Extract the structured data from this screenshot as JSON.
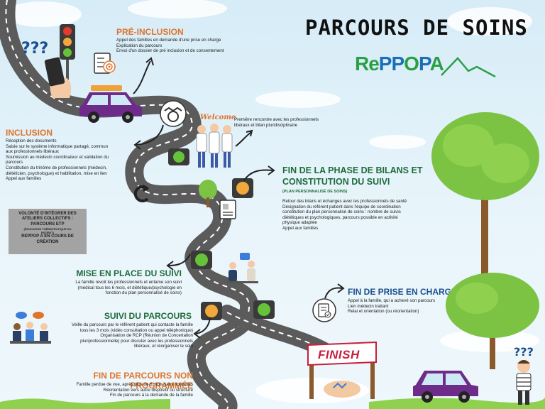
{
  "title": "PARCOURS DE SOINS",
  "logo": {
    "prefix": "Re",
    "p1": "P",
    "p2": "P",
    "o": "O",
    "suffix": "P",
    "a": "A"
  },
  "stages": {
    "pre_inclusion": {
      "title": "PRÉ-INCLUSION",
      "lines": [
        "Appel des familles en demande d'une prise en charge",
        "Explication du parcours",
        "Envoi d'un dossier de pré inclusion et de consentement"
      ]
    },
    "welcome_sign": "Welcome",
    "first_meeting": {
      "lines": [
        "Première rencontre avec les professionnels",
        "libéraux et bilan pluridisciplinaire"
      ]
    },
    "inclusion": {
      "title": "INCLUSION",
      "lines": [
        "Réception des documents",
        "Saisie sur le système informatique partagé, commun",
        "aux professionnels libéraux",
        "Soumission au médecin coordinateur et validation du",
        "parcours",
        "Constitution du trinôme de professionnels (médecin,",
        "diététicien, psychologue) et habilitation, mise en lien",
        "Appel aux familles"
      ]
    },
    "fin_bilans": {
      "title_line1": "FIN DE LA PHASE DE BILANS ET",
      "title_line2": "CONSTITUTION DU SUIVI",
      "subtitle": "(PLAN PERSONNALISÉ DE SOINS)",
      "lines": [
        "Retour des bilans et échanges avec les professionnels de santé",
        "Désignation du référent patient dans l'équipe de coordination",
        "constitution du plan personnalisé de soins : nombre de suivis",
        "diététiques et psychologiques, parcours possible en activité",
        "physique adaptée",
        "Appel aux familles"
      ]
    },
    "volonte": {
      "lines": [
        "VOLONTÉ D'INTÉGRER DES",
        "ATELIERS COLLECTIFS :",
        "PARCOURS ETP"
      ],
      "small_lines": [
        "(ÉDUCATION THÉRAPEUTIQUE DU",
        "PATIENT)"
      ],
      "lines2": [
        "REPPOP A EN COURS DE",
        "CRÉATION"
      ]
    },
    "mise_en_place": {
      "title": "MISE EN PLACE DU SUIVI",
      "lines": [
        "La famille revoit les professionnels et entame son suivi",
        "(médical tous les 6 mois, et diététique/psychologie en",
        "fonction du plan personnalisé de soins)"
      ]
    },
    "fin_prise_en_charge": {
      "title": "FIN DE PRISE EN CHARGE",
      "lines": [
        "Appel à la famille, qui a achevé son parcours",
        "Lien médecin traitant",
        "Relai et orientation (ou réorientation)"
      ]
    },
    "suivi_parcours": {
      "title": "SUIVI DU PARCOURS",
      "lines": [
        "Veille du parcours par le référent patient qui contacte la famille",
        "tous les 3 mois (vidéo consultation ou appel téléphonique)",
        "Organisation de RCP (Réunion de Concertation",
        "pluriprofessionnelle) pour discuter avec les professionnels",
        "libéraux, et réorganiser le soin"
      ]
    },
    "finish": "FINISH",
    "fin_non_programmee": {
      "title": "FIN DE PARCOURS NON PROGRAMMÉE",
      "lines": [
        "Famille perdue de vue, après plus de 6 mois sans nouvelles",
        "Réorientation vers autre dispositif ou structure",
        "Fin de parcours à la demande de la famille"
      ]
    }
  },
  "question_marks": "???",
  "colors": {
    "heading_green": "#1f6b3a",
    "heading_orange": "#e0742a",
    "road": "#5b5b5b",
    "road_line": "#ffffff",
    "grass": "#7cc243",
    "car": "#6d2c8a",
    "banner": "#a3a3a3"
  },
  "icons": [
    "traffic-light-icon",
    "question-marks-icon",
    "phone-hand-icon",
    "checklist-target-icon",
    "purple-car-icon",
    "handshake-gear-icon",
    "doctors-group-icon",
    "document-icon",
    "video-call-icon",
    "team-meeting-icon",
    "checklist-icon",
    "finish-banner-icon",
    "tree-icon",
    "child-icon"
  ]
}
